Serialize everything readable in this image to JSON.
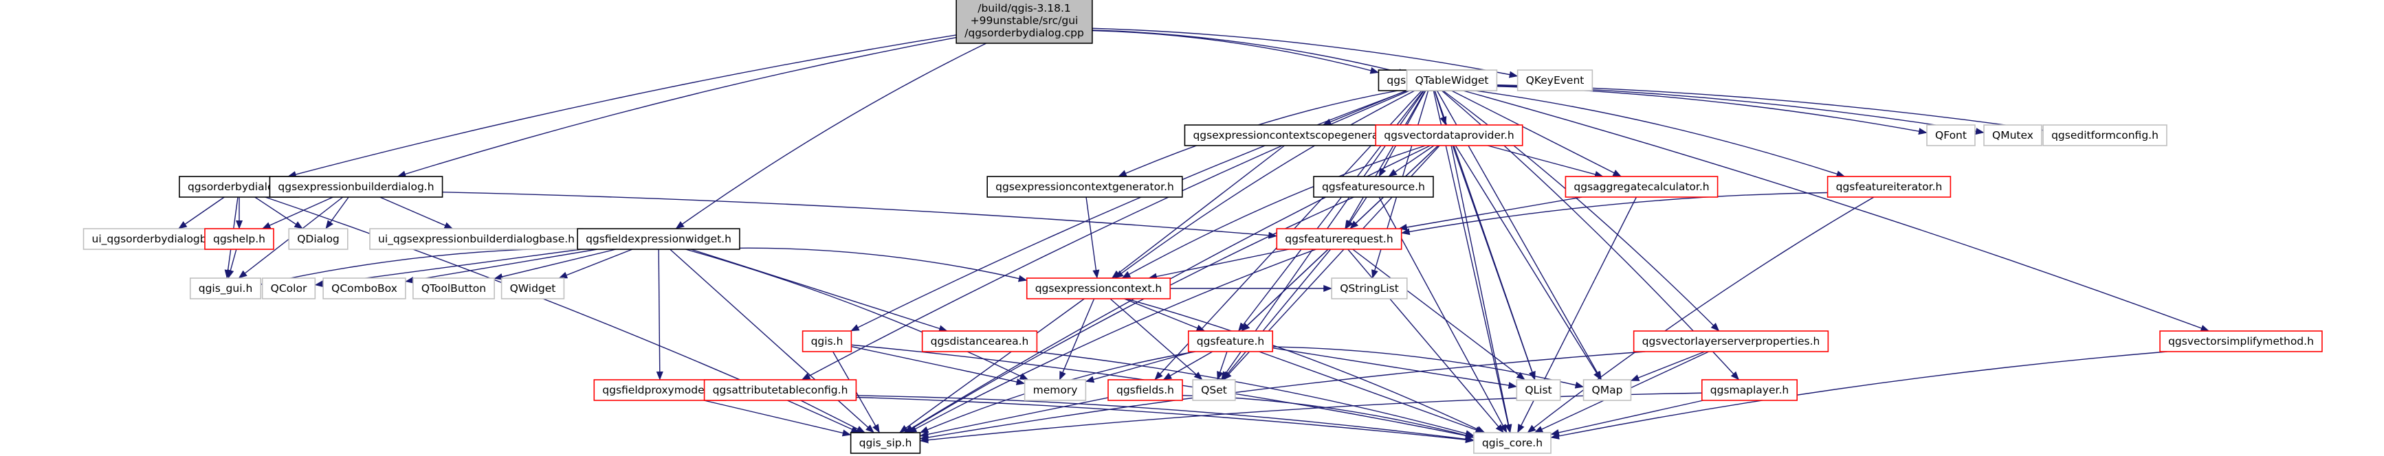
{
  "graph": {
    "colors": {
      "edge": "#191970",
      "focus_fill": "#bfbfbf",
      "focus_border": "#000000",
      "documented_border": "#000000",
      "with_children_border": "#ff0000",
      "external_border": "#bfbfbf",
      "node_fill": "#ffffff"
    },
    "nodes": [
      {
        "id": "root",
        "lines": [
          "/build/qgis-3.18.1",
          "+99unstable/src/gui",
          "/qgsorderbydialog.cpp"
        ],
        "kind": "focus"
      },
      {
        "id": "vectorlayer",
        "lines": [
          "qgsvectorlayer.h"
        ],
        "kind": "documented"
      },
      {
        "id": "qtablewidget",
        "lines": [
          "QTableWidget"
        ],
        "kind": "external"
      },
      {
        "id": "qkeyevent",
        "lines": [
          "QKeyEvent"
        ],
        "kind": "external"
      },
      {
        "id": "orderbydialog",
        "lines": [
          "qgsorderbydialog.h"
        ],
        "kind": "documented"
      },
      {
        "id": "exprbuilderdialog",
        "lines": [
          "qgsexpressionbuilderdialog.h"
        ],
        "kind": "documented"
      },
      {
        "id": "ui_orderby",
        "lines": [
          "ui_qgsorderbydialogbase.h"
        ],
        "kind": "external"
      },
      {
        "id": "qgshelp",
        "lines": [
          "qgshelp.h"
        ],
        "kind": "with_children"
      },
      {
        "id": "qdialog",
        "lines": [
          "QDialog"
        ],
        "kind": "external"
      },
      {
        "id": "ui_exprbuilder",
        "lines": [
          "ui_qgsexpressionbuilderdialogbase.h"
        ],
        "kind": "external"
      },
      {
        "id": "qgis_gui",
        "lines": [
          "qgis_gui.h"
        ],
        "kind": "external"
      },
      {
        "id": "fieldexprwidget",
        "lines": [
          "qgsfieldexpressionwidget.h"
        ],
        "kind": "documented"
      },
      {
        "id": "qcolor",
        "lines": [
          "QColor"
        ],
        "kind": "external"
      },
      {
        "id": "qcombobox",
        "lines": [
          "QComboBox"
        ],
        "kind": "external"
      },
      {
        "id": "qtoolbutton",
        "lines": [
          "QToolButton"
        ],
        "kind": "external"
      },
      {
        "id": "qwidget",
        "lines": [
          "QWidget"
        ],
        "kind": "external"
      },
      {
        "id": "fieldproxymodel",
        "lines": [
          "qgsfieldproxymodel.h"
        ],
        "kind": "with_children"
      },
      {
        "id": "attrtableconfig",
        "lines": [
          "qgsattributetableconfig.h"
        ],
        "kind": "with_children"
      },
      {
        "id": "qgis_h",
        "lines": [
          "qgis.h"
        ],
        "kind": "with_children"
      },
      {
        "id": "qgis_sip",
        "lines": [
          "qgis_sip.h"
        ],
        "kind": "documented"
      },
      {
        "id": "exprctxscopegen",
        "lines": [
          "qgsexpressioncontextscopegenerator.h"
        ],
        "kind": "documented"
      },
      {
        "id": "exprctxgen",
        "lines": [
          "qgsexpressioncontextgenerator.h"
        ],
        "kind": "documented"
      },
      {
        "id": "exprctx",
        "lines": [
          "qgsexpressioncontext.h"
        ],
        "kind": "with_children"
      },
      {
        "id": "distancearea",
        "lines": [
          "qgsdistancearea.h"
        ],
        "kind": "with_children"
      },
      {
        "id": "memory",
        "lines": [
          "memory"
        ],
        "kind": "external"
      },
      {
        "id": "feature",
        "lines": [
          "qgsfeature.h"
        ],
        "kind": "with_children"
      },
      {
        "id": "fields",
        "lines": [
          "qgsfields.h"
        ],
        "kind": "with_children"
      },
      {
        "id": "qset",
        "lines": [
          "QSet"
        ],
        "kind": "external"
      },
      {
        "id": "qstringlist",
        "lines": [
          "QStringList"
        ],
        "kind": "external"
      },
      {
        "id": "vectordataprovider",
        "lines": [
          "qgsvectordataprovider.h"
        ],
        "kind": "with_children"
      },
      {
        "id": "featuresource",
        "lines": [
          "qgsfeaturesource.h"
        ],
        "kind": "documented"
      },
      {
        "id": "featurerequest",
        "lines": [
          "qgsfeaturerequest.h"
        ],
        "kind": "with_children"
      },
      {
        "id": "aggregatecalc",
        "lines": [
          "qgsaggregatecalculator.h"
        ],
        "kind": "with_children"
      },
      {
        "id": "featureiterator",
        "lines": [
          "qgsfeatureiterator.h"
        ],
        "kind": "with_children"
      },
      {
        "id": "qfont",
        "lines": [
          "QFont"
        ],
        "kind": "external"
      },
      {
        "id": "qmutex",
        "lines": [
          "QMutex"
        ],
        "kind": "external"
      },
      {
        "id": "editformconfig",
        "lines": [
          "qgseditformconfig.h"
        ],
        "kind": "external"
      },
      {
        "id": "qlist",
        "lines": [
          "QList"
        ],
        "kind": "external"
      },
      {
        "id": "qmap",
        "lines": [
          "QMap"
        ],
        "kind": "external"
      },
      {
        "id": "vlserverprops",
        "lines": [
          "qgsvectorlayerserverproperties.h"
        ],
        "kind": "with_children"
      },
      {
        "id": "maplayer",
        "lines": [
          "qgsmaplayer.h"
        ],
        "kind": "with_children"
      },
      {
        "id": "vsimplify",
        "lines": [
          "qgsvectorsimplifymethod.h"
        ],
        "kind": "with_children"
      },
      {
        "id": "qgis_core",
        "lines": [
          "qgis_core.h"
        ],
        "kind": "external"
      }
    ],
    "edges": [
      [
        "root",
        "vectorlayer"
      ],
      [
        "root",
        "qtablewidget"
      ],
      [
        "root",
        "qkeyevent"
      ],
      [
        "root",
        "orderbydialog"
      ],
      [
        "root",
        "exprbuilderdialog"
      ],
      [
        "root",
        "fieldexprwidget"
      ],
      [
        "orderbydialog",
        "ui_orderby"
      ],
      [
        "orderbydialog",
        "qgshelp"
      ],
      [
        "orderbydialog",
        "qdialog"
      ],
      [
        "orderbydialog",
        "qgis_gui"
      ],
      [
        "orderbydialog",
        "qgis_sip"
      ],
      [
        "orderbydialog",
        "featurerequest"
      ],
      [
        "exprbuilderdialog",
        "qgshelp"
      ],
      [
        "exprbuilderdialog",
        "qdialog"
      ],
      [
        "exprbuilderdialog",
        "ui_exprbuilder"
      ],
      [
        "exprbuilderdialog",
        "qgis_gui"
      ],
      [
        "qgshelp",
        "qgis_gui"
      ],
      [
        "fieldexprwidget",
        "qgis_gui"
      ],
      [
        "fieldexprwidget",
        "qcolor"
      ],
      [
        "fieldexprwidget",
        "qcombobox"
      ],
      [
        "fieldexprwidget",
        "qtoolbutton"
      ],
      [
        "fieldexprwidget",
        "qwidget"
      ],
      [
        "fieldexprwidget",
        "fieldproxymodel"
      ],
      [
        "fieldexprwidget",
        "exprctx"
      ],
      [
        "fieldexprwidget",
        "distancearea"
      ],
      [
        "fieldexprwidget",
        "memory"
      ],
      [
        "fieldexprwidget",
        "qgis_sip"
      ],
      [
        "fieldproxymodel",
        "qgis_sip"
      ],
      [
        "fieldproxymodel",
        "qgis_core"
      ],
      [
        "attrtableconfig",
        "qgis_sip"
      ],
      [
        "attrtableconfig",
        "qgis_core"
      ],
      [
        "qgis_h",
        "qgis_sip"
      ],
      [
        "qgis_h",
        "memory"
      ],
      [
        "qgis_h",
        "qgis_core"
      ],
      [
        "vectorlayer",
        "qgis_h"
      ],
      [
        "vectorlayer",
        "attrtableconfig"
      ],
      [
        "vectorlayer",
        "exprctxscopegen"
      ],
      [
        "vectorlayer",
        "exprctxgen"
      ],
      [
        "vectorlayer",
        "exprctx"
      ],
      [
        "vectorlayer",
        "vectordataprovider"
      ],
      [
        "vectorlayer",
        "featuresource"
      ],
      [
        "vectorlayer",
        "featurerequest"
      ],
      [
        "vectorlayer",
        "aggregatecalc"
      ],
      [
        "vectorlayer",
        "featureiterator"
      ],
      [
        "vectorlayer",
        "qfont"
      ],
      [
        "vectorlayer",
        "qmutex"
      ],
      [
        "vectorlayer",
        "editformconfig"
      ],
      [
        "vectorlayer",
        "qlist"
      ],
      [
        "vectorlayer",
        "qmap"
      ],
      [
        "vectorlayer",
        "vlserverprops"
      ],
      [
        "vectorlayer",
        "maplayer"
      ],
      [
        "vectorlayer",
        "vsimplify"
      ],
      [
        "vectorlayer",
        "qgis_core"
      ],
      [
        "vectorlayer",
        "qset"
      ],
      [
        "vectorlayer",
        "fields"
      ],
      [
        "vectorlayer",
        "qstringlist"
      ],
      [
        "vectorlayer",
        "feature"
      ],
      [
        "exprctxscopegen",
        "exprctx"
      ],
      [
        "exprctxgen",
        "exprctx"
      ],
      [
        "exprctx",
        "qgis_core"
      ],
      [
        "exprctx",
        "qstringlist"
      ],
      [
        "exprctx",
        "qset"
      ],
      [
        "exprctx",
        "qgis_sip"
      ],
      [
        "exprctx",
        "memory"
      ],
      [
        "exprctx",
        "feature"
      ],
      [
        "distancearea",
        "qgis_core"
      ],
      [
        "feature",
        "qgis_core"
      ],
      [
        "feature",
        "fields"
      ],
      [
        "feature",
        "qset"
      ],
      [
        "feature",
        "qlist"
      ],
      [
        "feature",
        "qmap"
      ],
      [
        "feature",
        "memory"
      ],
      [
        "feature",
        "qgis_sip"
      ],
      [
        "fields",
        "qgis_core"
      ],
      [
        "fields",
        "qgis_sip"
      ],
      [
        "vectordataprovider",
        "qgis_core"
      ],
      [
        "vectordataprovider",
        "featuresource"
      ],
      [
        "vectordataprovider",
        "featurerequest"
      ],
      [
        "vectordataprovider",
        "aggregatecalc"
      ],
      [
        "vectordataprovider",
        "feature"
      ],
      [
        "vectordataprovider",
        "qlist"
      ],
      [
        "vectordataprovider",
        "qmap"
      ],
      [
        "vectordataprovider",
        "qset"
      ],
      [
        "vectordataprovider",
        "qgis_sip"
      ],
      [
        "vectordataprovider",
        "exprctx"
      ],
      [
        "featuresource",
        "featurerequest"
      ],
      [
        "featuresource",
        "qgis_core"
      ],
      [
        "featuresource",
        "qgis_sip"
      ],
      [
        "featurerequest",
        "qgis_core"
      ],
      [
        "featurerequest",
        "exprctx"
      ],
      [
        "featurerequest",
        "feature"
      ],
      [
        "featurerequest",
        "qgis_sip"
      ],
      [
        "featurerequest",
        "qlist"
      ],
      [
        "featurerequest",
        "qset"
      ],
      [
        "aggregatecalc",
        "qgis_core"
      ],
      [
        "aggregatecalc",
        "featurerequest"
      ],
      [
        "featureiterator",
        "featurerequest"
      ],
      [
        "featureiterator",
        "qgis_core"
      ],
      [
        "vlserverprops",
        "qmap"
      ],
      [
        "vlserverprops",
        "qgis_core"
      ],
      [
        "vlserverprops",
        "qgis_sip"
      ],
      [
        "maplayer",
        "qgis_core"
      ],
      [
        "maplayer",
        "qgis_sip"
      ],
      [
        "vsimplify",
        "qgis_core"
      ]
    ]
  }
}
